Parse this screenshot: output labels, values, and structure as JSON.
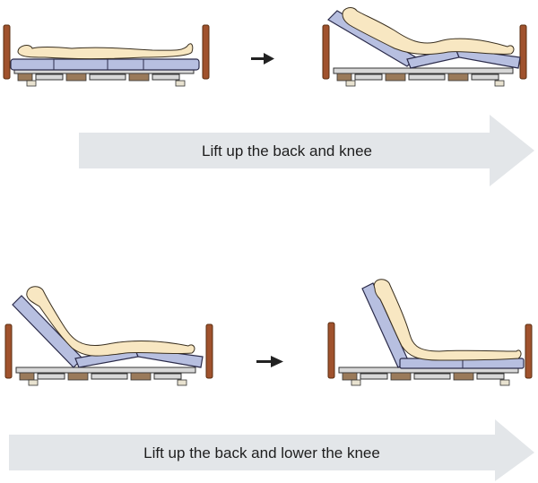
{
  "captions": {
    "top": "Lift up the back and knee",
    "bottom": "Lift up the back and lower the knee"
  },
  "colors": {
    "frame": "#a0522d",
    "mattress": "#b7bfe0",
    "skin": "#f8e7c2",
    "big_arrow": "#e3e6e9"
  },
  "icons": {
    "step_arrow": "right-arrow-icon",
    "flow_arrow": "large-right-arrow"
  }
}
